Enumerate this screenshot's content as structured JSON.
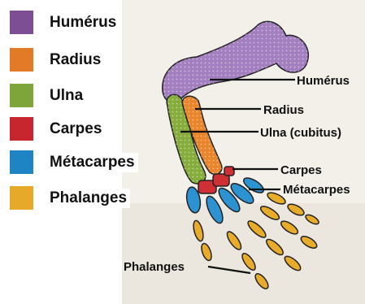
{
  "legend": {
    "items": [
      {
        "label": "Humérus",
        "color": "#7e4e94"
      },
      {
        "label": "Radius",
        "color": "#e27b26"
      },
      {
        "label": "Ulna",
        "color": "#7ea53a"
      },
      {
        "label": "Carpes",
        "color": "#c7262f"
      },
      {
        "label": "Métacarpes",
        "color": "#1f84c4"
      },
      {
        "label": "Phalanges",
        "color": "#e6a92a"
      }
    ]
  },
  "callouts": {
    "humerus": "Humérus",
    "radius": "Radius",
    "ulna": "Ulna (cubitus)",
    "carpes": "Carpes",
    "metacarpes": "Métacarpes",
    "phalanges": "Phalanges"
  },
  "colors": {
    "background": "#f3f0ea",
    "humerus": "#a37fc0",
    "radius": "#e9852b",
    "ulna": "#86ad3c",
    "carpes": "#cf2f35",
    "metacarpes": "#2d92d2",
    "phalanges": "#e8ac2a",
    "outline": "#222222"
  }
}
